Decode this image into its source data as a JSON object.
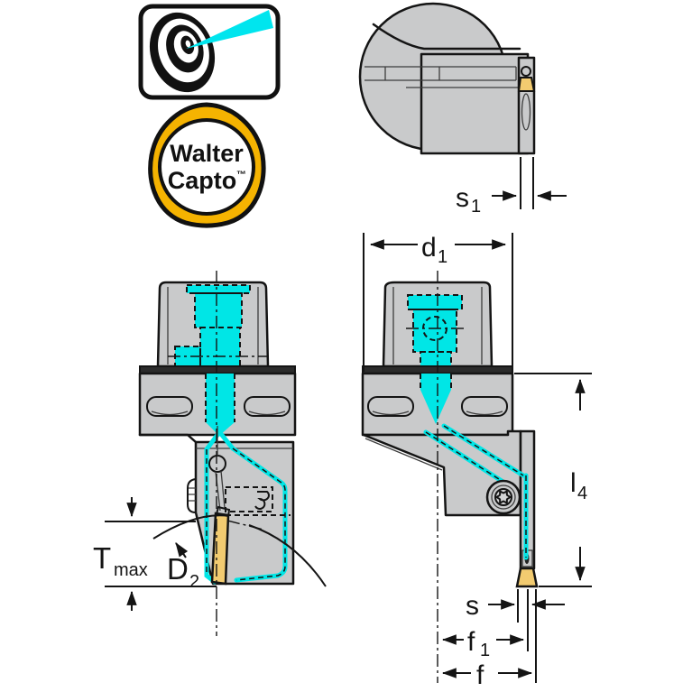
{
  "branding": {
    "target_logo": {
      "icon": "bullseye-with-coolant-beam-icon",
      "beam_color": "#00e5ee"
    },
    "capto_logo": {
      "line1": "Walter",
      "line2": "Capto",
      "trademark": "™",
      "ring_color": "#f5b301"
    }
  },
  "drawing": {
    "description": "Walter Capto grooving tool holder, three orthographic views with internal coolant channels highlighted",
    "views": {
      "top_view": "tool seen from above with insert and blade width s1",
      "side_view": "tool seen from the side with max cutting depth Tmax and workpiece diameter D2",
      "front_view": "tool seen from the front with coupling diameter d1, length l4, insert width s, offsets f1 and f"
    },
    "dimensions": {
      "s1": {
        "base": "s",
        "sub": "1"
      },
      "d1": {
        "base": "d",
        "sub": "1"
      },
      "l4": {
        "base": "l",
        "sub": "4"
      },
      "s": {
        "base": "s",
        "sub": ""
      },
      "f1": {
        "base": "f",
        "sub": "1"
      },
      "f": {
        "base": "f",
        "sub": ""
      },
      "tmax": {
        "base": "T",
        "sub": "max"
      },
      "d2": {
        "base": "D",
        "sub": "2"
      }
    }
  },
  "colors": {
    "coolant_cyan": "#00e6e6",
    "insert_gold": "#f2cb70",
    "body_gray": "#c9cacb",
    "outline": "#141414",
    "logo_yellow": "#f5b301"
  }
}
